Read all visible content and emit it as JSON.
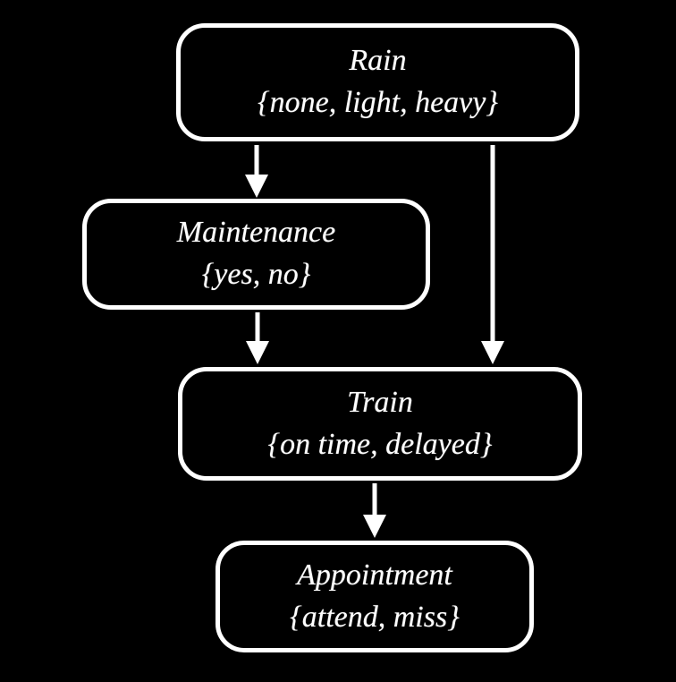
{
  "diagram": {
    "type": "bayesian-network",
    "title": "",
    "colors": {
      "background": "#000000",
      "node_border": "#ffffff",
      "node_fill": "#000000",
      "text": "#ffffff",
      "arrow": "#ffffff"
    },
    "nodes": [
      {
        "id": "rain",
        "label": "Rain",
        "values": "{none, light, heavy}"
      },
      {
        "id": "maintenance",
        "label": "Maintenance",
        "values": "{yes, no}"
      },
      {
        "id": "train",
        "label": "Train",
        "values": "{on time, delayed}"
      },
      {
        "id": "appointment",
        "label": "Appointment",
        "values": "{attend, miss}"
      }
    ],
    "edges": [
      {
        "from": "rain",
        "to": "maintenance"
      },
      {
        "from": "rain",
        "to": "train"
      },
      {
        "from": "maintenance",
        "to": "train"
      },
      {
        "from": "train",
        "to": "appointment"
      }
    ]
  }
}
